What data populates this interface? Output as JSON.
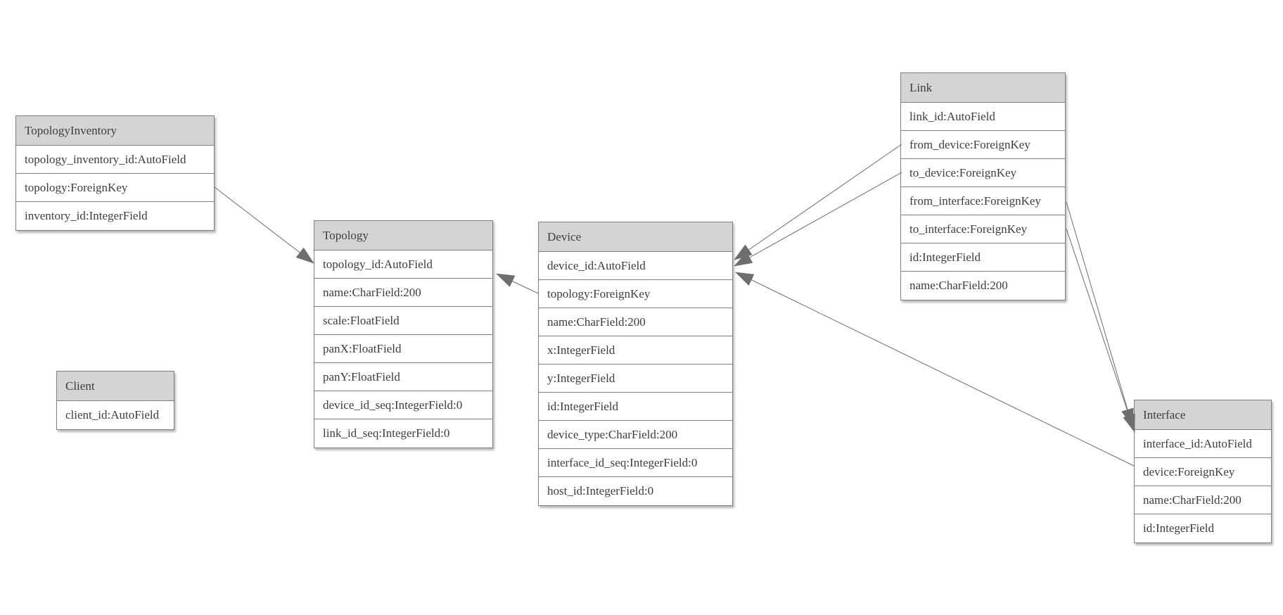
{
  "diagram": {
    "type": "entity-relationship-model",
    "entities": [
      {
        "id": "topology-inventory",
        "title": "TopologyInventory",
        "fields": [
          "topology_inventory_id:AutoField",
          "topology:ForeignKey",
          "inventory_id:IntegerField"
        ]
      },
      {
        "id": "topology",
        "title": "Topology",
        "fields": [
          "topology_id:AutoField",
          "name:CharField:200",
          "scale:FloatField",
          "panX:FloatField",
          "panY:FloatField",
          "device_id_seq:IntegerField:0",
          "link_id_seq:IntegerField:0"
        ]
      },
      {
        "id": "client",
        "title": "Client",
        "fields": [
          "client_id:AutoField"
        ]
      },
      {
        "id": "device",
        "title": "Device",
        "fields": [
          "device_id:AutoField",
          "topology:ForeignKey",
          "name:CharField:200",
          "x:IntegerField",
          "y:IntegerField",
          "id:IntegerField",
          "device_type:CharField:200",
          "interface_id_seq:IntegerField:0",
          "host_id:IntegerField:0"
        ]
      },
      {
        "id": "link",
        "title": "Link",
        "fields": [
          "link_id:AutoField",
          "from_device:ForeignKey",
          "to_device:ForeignKey",
          "from_interface:ForeignKey",
          "to_interface:ForeignKey",
          "id:IntegerField",
          "name:CharField:200"
        ]
      },
      {
        "id": "interface",
        "title": "Interface",
        "fields": [
          "interface_id:AutoField",
          "device:ForeignKey",
          "name:CharField:200",
          "id:IntegerField"
        ]
      }
    ],
    "relationships": [
      {
        "from": "TopologyInventory.topology",
        "to": "Topology.topology_id"
      },
      {
        "from": "Device.topology",
        "to": "Topology.topology_id"
      },
      {
        "from": "Link.from_device",
        "to": "Device.device_id"
      },
      {
        "from": "Link.to_device",
        "to": "Device.device_id"
      },
      {
        "from": "Interface.device",
        "to": "Device.device_id"
      },
      {
        "from": "Link.from_interface",
        "to": "Interface.interface_id"
      },
      {
        "from": "Link.to_interface",
        "to": "Interface.interface_id"
      }
    ],
    "colors": {
      "background": "#ffffff",
      "border": "#7f7f7f",
      "header_fill": "#d4d4d4",
      "text": "#3d3d3d",
      "line": "#6b6b6b",
      "arrow": "#6e6e6e"
    }
  }
}
